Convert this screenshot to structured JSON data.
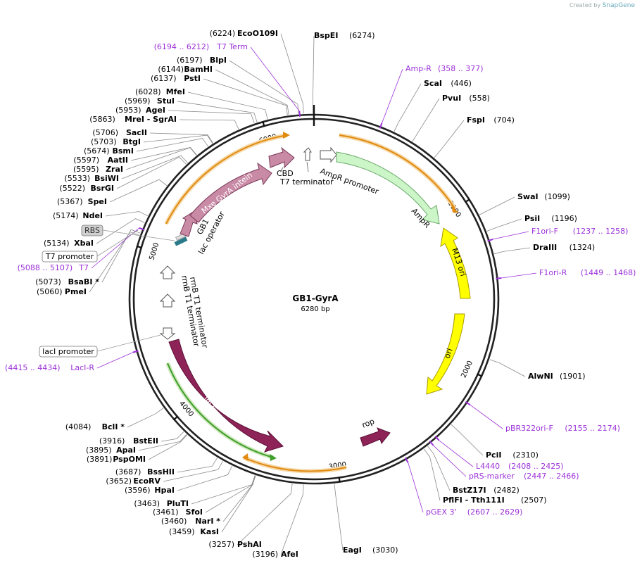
{
  "header": {
    "created_by": "Created by",
    "brand": "SnapGene"
  },
  "plasmid": {
    "name": "GB1-GyrA",
    "size_label": "6280 bp",
    "length": 6280
  },
  "ticks": [
    {
      "pos": 1000,
      "label": "1000"
    },
    {
      "pos": 2000,
      "label": "2000"
    },
    {
      "pos": 3000,
      "label": "3000"
    },
    {
      "pos": 4000,
      "label": "4000"
    },
    {
      "pos": 5000,
      "label": "5000"
    },
    {
      "pos": 6000,
      "label": "6000"
    }
  ],
  "enzymes": [
    {
      "name": "BspEI",
      "pos": 6274,
      "pos_label": "(6274)"
    },
    {
      "name": "ScaI",
      "pos": 446,
      "pos_label": "(446)"
    },
    {
      "name": "PvuI",
      "pos": 558,
      "pos_label": "(558)"
    },
    {
      "name": "FspI",
      "pos": 704,
      "pos_label": "(704)"
    },
    {
      "name": "SwaI",
      "pos": 1099,
      "pos_label": "(1099)"
    },
    {
      "name": "PsiI",
      "pos": 1196,
      "pos_label": "(1196)"
    },
    {
      "name": "DraIII",
      "pos": 1324,
      "pos_label": "(1324)"
    },
    {
      "name": "AlwNI",
      "pos": 1901,
      "pos_label": "(1901)"
    },
    {
      "name": "PciI",
      "pos": 2310,
      "pos_label": "(2310)"
    },
    {
      "name": "BstZ17I",
      "pos": 2482,
      "pos_label": "(2482)"
    },
    {
      "name": "PflFI - Tth111I",
      "pos": 2507,
      "pos_label": "(2507)"
    },
    {
      "name": "EagI",
      "pos": 3030,
      "pos_label": "(3030)"
    },
    {
      "name": "AfeI",
      "pos": 3196,
      "pos_label": "(3196)"
    },
    {
      "name": "PshAI",
      "pos": 3257,
      "pos_label": "(3257)"
    },
    {
      "name": "KasI",
      "pos": 3459,
      "pos_label": "(3459)"
    },
    {
      "name": "NarI *",
      "pos": 3460,
      "pos_label": "(3460)"
    },
    {
      "name": "SfoI",
      "pos": 3461,
      "pos_label": "(3461)"
    },
    {
      "name": "PluTI",
      "pos": 3463,
      "pos_label": "(3463)"
    },
    {
      "name": "HpaI",
      "pos": 3596,
      "pos_label": "(3596)"
    },
    {
      "name": "EcoRV",
      "pos": 3652,
      "pos_label": "(3652)"
    },
    {
      "name": "BssHII",
      "pos": 3687,
      "pos_label": "(3687)"
    },
    {
      "name": "PspOMI",
      "pos": 3891,
      "pos_label": "(3891)"
    },
    {
      "name": "ApaI",
      "pos": 3895,
      "pos_label": "(3895)"
    },
    {
      "name": "BstEII",
      "pos": 3916,
      "pos_label": "(3916)"
    },
    {
      "name": "BclI *",
      "pos": 4084,
      "pos_label": "(4084)"
    },
    {
      "name": "PmeI",
      "pos": 5060,
      "pos_label": "(5060)"
    },
    {
      "name": "BsaBI *",
      "pos": 5073,
      "pos_label": "(5073)"
    },
    {
      "name": "XbaI",
      "pos": 5134,
      "pos_label": "(5134)"
    },
    {
      "name": "NdeI",
      "pos": 5174,
      "pos_label": "(5174)"
    },
    {
      "name": "SpeI",
      "pos": 5367,
      "pos_label": "(5367)"
    },
    {
      "name": "BsrGI",
      "pos": 5522,
      "pos_label": "(5522)"
    },
    {
      "name": "BsiWI",
      "pos": 5533,
      "pos_label": "(5533)"
    },
    {
      "name": "ZraI",
      "pos": 5595,
      "pos_label": "(5595)"
    },
    {
      "name": "AatII",
      "pos": 5597,
      "pos_label": "(5597)"
    },
    {
      "name": "BsmI",
      "pos": 5674,
      "pos_label": "(5674)"
    },
    {
      "name": "BtgI",
      "pos": 5703,
      "pos_label": "(5703)"
    },
    {
      "name": "SacII",
      "pos": 5706,
      "pos_label": "(5706)"
    },
    {
      "name": "MreI - SgrAI",
      "pos": 5863,
      "pos_label": "(5863)"
    },
    {
      "name": "AgeI",
      "pos": 5953,
      "pos_label": "(5953)"
    },
    {
      "name": "StuI",
      "pos": 5969,
      "pos_label": "(5969)"
    },
    {
      "name": "MfeI",
      "pos": 6028,
      "pos_label": "(6028)"
    },
    {
      "name": "PstI",
      "pos": 6137,
      "pos_label": "(6137)"
    },
    {
      "name": "BamHI",
      "pos": 6144,
      "pos_label": "(6144)"
    },
    {
      "name": "BlpI",
      "pos": 6197,
      "pos_label": "(6197)"
    },
    {
      "name": "EcoO109I",
      "pos": 6224,
      "pos_label": "(6224)"
    }
  ],
  "primers": [
    {
      "name": "Amp-R",
      "range": "(358 .. 377)",
      "pos": 368
    },
    {
      "name": "F1ori-F",
      "range": "(1237 .. 1258)",
      "pos": 1247
    },
    {
      "name": "F1ori-R",
      "range": "(1449 .. 1468)",
      "pos": 1458
    },
    {
      "name": "pBR322ori-F",
      "range": "(2155 .. 2174)",
      "pos": 2165
    },
    {
      "name": "L4440",
      "range": "(2408 .. 2425)",
      "pos": 2416
    },
    {
      "name": "pRS-marker",
      "range": "(2447 .. 2466)",
      "pos": 2456
    },
    {
      "name": "pGEX 3'",
      "range": "(2607 .. 2629)",
      "pos": 2618
    },
    {
      "name": "LacI-R",
      "range": "(4415 .. 4434)",
      "pos": 4424
    },
    {
      "name": "T7",
      "range": "(5088 .. 5107)",
      "pos": 5097
    },
    {
      "name": "T7 Term",
      "range": "(6194 .. 6212)",
      "pos": 6203
    }
  ],
  "boxed_labels": {
    "rbs": "RBS",
    "t7_promoter": "T7 promoter",
    "laci_promoter": "lacI promoter"
  },
  "features": {
    "ampr_promoter": "AmpR promoter",
    "ampr": "AmpR",
    "m13_ori": "M13 ori",
    "ori": "ori",
    "rop": "rop",
    "laci": "lacI",
    "rrnb1": "rrnB T1 terminator",
    "rrnb2": "rrnB T1 terminator",
    "gb1": "GB1",
    "lac_operator": "lac operator",
    "mxe": "Mxe GyrA intein",
    "cbd": "CBD",
    "t7_terminator": "T7 terminator"
  },
  "colors": {
    "primer": "#9b30d9",
    "ampr": "#ccf5c8",
    "m13": "#ffff00",
    "ori": "#ffff00",
    "laci": "#8e2358",
    "rop": "#8e2358",
    "mxe": "#c98aa6",
    "orange": "#f0a030",
    "green": "#3f9e2a"
  }
}
